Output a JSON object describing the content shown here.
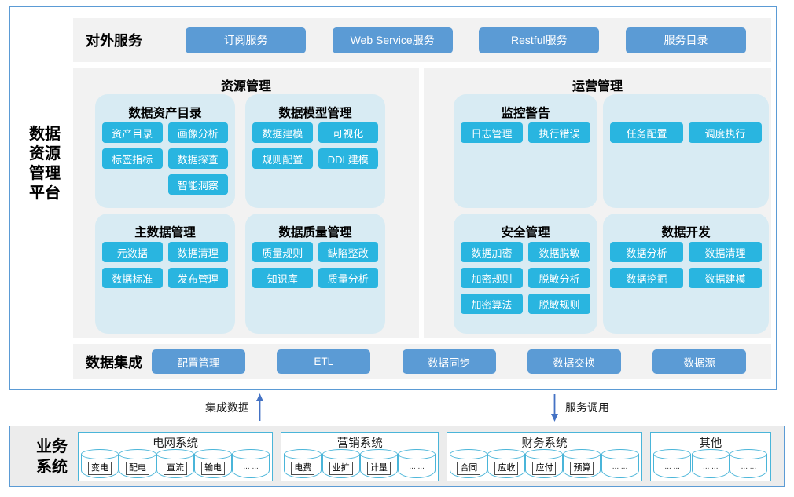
{
  "platform": {
    "side_label_lines": [
      "数据",
      "资源",
      "管理",
      "平台"
    ],
    "external_services": {
      "label": "对外服务",
      "buttons": [
        "订阅服务",
        "Web Service服务",
        "Restful服务",
        "服务目录"
      ]
    },
    "panels": [
      {
        "title": "资源管理",
        "cards": [
          {
            "title": "数据资产目录",
            "buttons": [
              "资产目录",
              "画像分析",
              "标签指标",
              "数据探查",
              "智能洞察"
            ]
          },
          {
            "title": "数据模型管理",
            "buttons": [
              "数据建模",
              "可视化",
              "规则配置",
              "DDL建模"
            ]
          },
          {
            "title": "主数据管理",
            "buttons": [
              "元数据",
              "数据清理",
              "数据标准",
              "发布管理"
            ]
          },
          {
            "title": "数据质量管理",
            "buttons": [
              "质量规则",
              "缺陷整改",
              "知识库",
              "质量分析"
            ]
          }
        ]
      },
      {
        "title": "运营管理",
        "cards": [
          {
            "title": "监控警告",
            "buttons": [
              "日志管理",
              "执行错误"
            ]
          },
          {
            "title": "",
            "buttons": [
              "任务配置",
              "调度执行"
            ]
          },
          {
            "title": "安全管理",
            "buttons": [
              "数据加密",
              "数据脱敏",
              "加密规则",
              "脱敏分析",
              "加密算法",
              "脱敏规则"
            ]
          },
          {
            "title": "数据开发",
            "buttons": [
              "数据分析",
              "数据清理",
              "数据挖掘",
              "数据建模"
            ]
          }
        ]
      }
    ],
    "data_integration": {
      "label": "数据集成",
      "buttons": [
        "配置管理",
        "ETL",
        "数据同步",
        "数据交换",
        "数据源"
      ]
    }
  },
  "flows": [
    {
      "label": "集成数据",
      "direction": "up"
    },
    {
      "label": "服务调用",
      "direction": "down"
    }
  ],
  "business_systems": {
    "label_lines": [
      "业务",
      "系统"
    ],
    "groups": [
      {
        "title": "电网系统",
        "databases": [
          {
            "label": "变电",
            "boxed": true
          },
          {
            "label": "配电",
            "boxed": true
          },
          {
            "label": "直流",
            "boxed": true
          },
          {
            "label": "输电",
            "boxed": true
          },
          {
            "label": "... ...",
            "boxed": false
          }
        ]
      },
      {
        "title": "营销系统",
        "databases": [
          {
            "label": "电费",
            "boxed": true
          },
          {
            "label": "业扩",
            "boxed": true
          },
          {
            "label": "计量",
            "boxed": true
          },
          {
            "label": "... ...",
            "boxed": false
          }
        ]
      },
      {
        "title": "财务系统",
        "databases": [
          {
            "label": "合同",
            "boxed": true
          },
          {
            "label": "应收",
            "boxed": true
          },
          {
            "label": "应付",
            "boxed": true
          },
          {
            "label": "预算",
            "boxed": true
          },
          {
            "label": "... ...",
            "boxed": false
          }
        ]
      },
      {
        "title": "其他",
        "databases": [
          {
            "label": "... ...",
            "boxed": false
          },
          {
            "label": "... ...",
            "boxed": false
          },
          {
            "label": "... ...",
            "boxed": false
          }
        ]
      }
    ]
  },
  "colors": {
    "accent_blue": "#5b9bd5",
    "accent_cyan": "#29b5e0",
    "card_bg": "#d8ebf3",
    "panel_bg": "#f2f2f2",
    "arrow_blue": "#4472c4",
    "cylinder_border": "#4ab5d9"
  }
}
